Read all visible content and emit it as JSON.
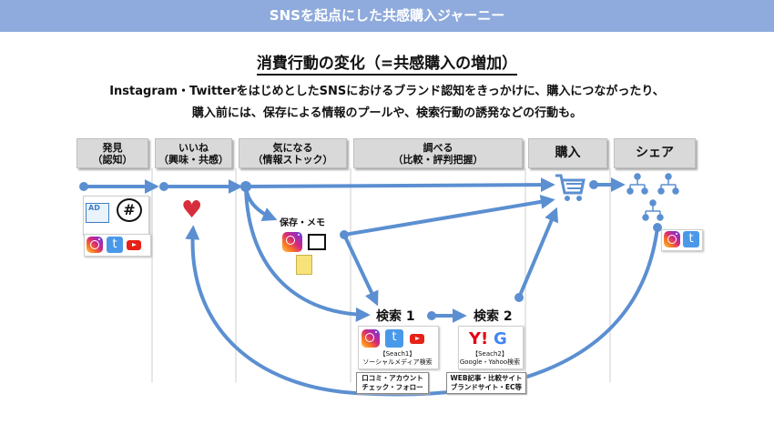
{
  "header": {
    "title": "SNSを起点にした共感購入ジャーニー"
  },
  "main": {
    "title": "消費行動の変化（=共感購入の増加）",
    "sub1": "Instagram・TwitterをはじめとしたSNSにおけるブランド認知をきっかけに、購入につながったり、",
    "sub2": "購入前には、保存による情報のプールや、検索行動の誘発などの行動も。"
  },
  "stages": [
    {
      "l1": "発見",
      "l2": "（認知）"
    },
    {
      "l1": "いいね",
      "l2": "（興味・共感）"
    },
    {
      "l1": "気になる",
      "l2": "（情報ストック）"
    },
    {
      "l1": "調べる",
      "l2": "（比較・評判把握）"
    },
    {
      "l1": "購入",
      "l2": ""
    },
    {
      "l1": "シェア",
      "l2": ""
    }
  ],
  "icons": {
    "ad": "AD",
    "hash": "#",
    "twitter": "t",
    "heart": "♥",
    "cart": "cart-icon",
    "people": "org-icon"
  },
  "save": {
    "label": "保存・メモ"
  },
  "search1": {
    "label": "検索 1",
    "card_l1": "【Seach1】",
    "card_l2": "ソーシャルメディア検索",
    "tag_l1": "口コミ・アカウント",
    "tag_l2": "チェック・フォロー"
  },
  "search2": {
    "label": "検索 2",
    "logo_y": "Y!",
    "logo_g": "G",
    "card_l1": "【Seach2】",
    "card_l2": "Google・Yahoo検索",
    "tag_l1": "WEB記事・比較サイト",
    "tag_l2": "ブランドサイト・EC等"
  },
  "colors": {
    "header": "#8faadc",
    "arrow": "#5b8fd1",
    "heart": "#d62e3c"
  }
}
